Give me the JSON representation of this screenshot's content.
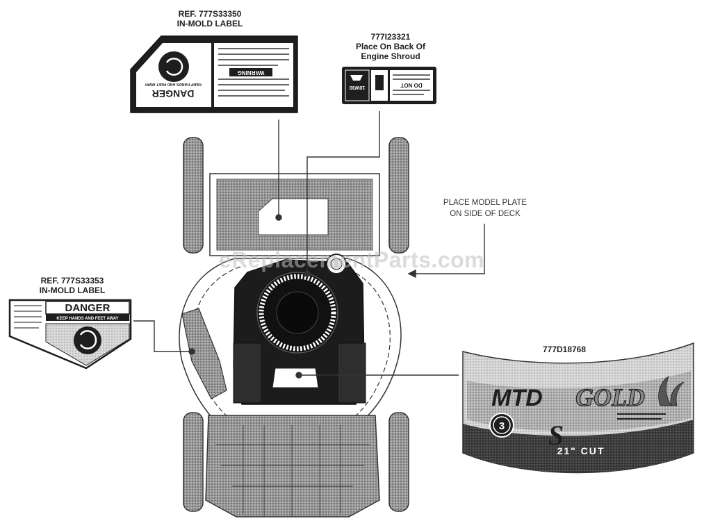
{
  "labels": {
    "top_left": {
      "line1": "REF. 777S33350",
      "line2": "IN-MOLD LABEL"
    },
    "top_mid": {
      "line1": "777I23321",
      "line2": "Place On Back Of",
      "line3": "Engine Shroud"
    },
    "left": {
      "line1": "REF. 777S33353",
      "line2": "IN-MOLD LABEL"
    },
    "right_note": {
      "line1": "PLACE MODEL PLATE",
      "line2": "ON SIDE OF DECK"
    },
    "decal_part": "777D18768"
  },
  "decal_top_left": {
    "danger": "DANGER",
    "warning": "WARNING",
    "notice": "KEEP HANDS AND FEET AWAY"
  },
  "decal_left": {
    "danger": "DANGER",
    "notice": "KEEP HANDS AND FEET AWAY"
  },
  "decal_oil": {
    "grade": "10W30",
    "caution": "DO NOT"
  },
  "decal_gold": {
    "brand1": "MTD",
    "brand2": "GOLD",
    "badge": "3",
    "cut": "21\" CUT",
    "letter": "S"
  },
  "watermark": "eReplacementParts.com",
  "colors": {
    "ink": "#1e1e1e",
    "stipple": "#8a8a8a",
    "light": "#c9c9c9",
    "leader": "#333333"
  }
}
